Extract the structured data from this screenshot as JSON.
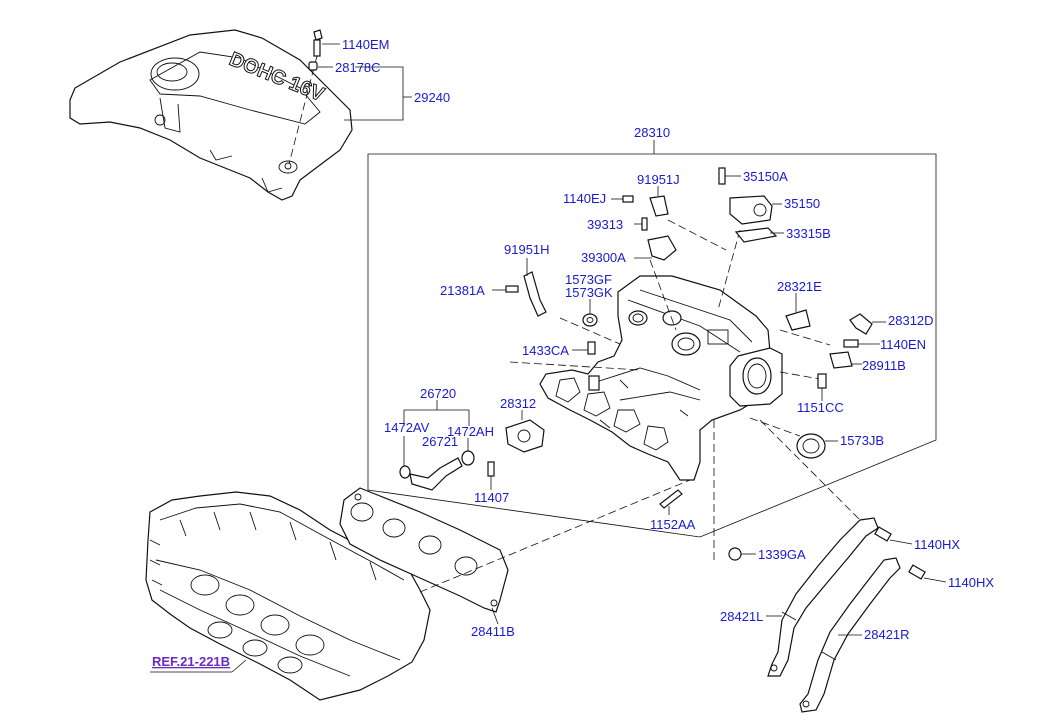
{
  "parts": {
    "p1140EM": "1140EM",
    "p28178C": "28178C",
    "p29240": "29240",
    "p28310": "28310",
    "p91951J": "91951J",
    "p35150A": "35150A",
    "p1140EJ": "1140EJ",
    "p35150": "35150",
    "p39313": "39313",
    "p33315B": "33315B",
    "p91951H": "91951H",
    "p39300A": "39300A",
    "p1573GF": "1573GF",
    "p1573GK": "1573GK",
    "p21381A": "21381A",
    "p28321E": "28321E",
    "p28312D": "28312D",
    "p1433CA": "1433CA",
    "p1140EN": "1140EN",
    "p28911B": "28911B",
    "p26720": "26720",
    "p28312": "28312",
    "p1151CC": "1151CC",
    "p1472AV": "1472AV",
    "p1472AH": "1472AH",
    "p26721": "26721",
    "p1573JB": "1573JB",
    "p11407": "11407",
    "p1152AA": "1152AA",
    "p1140HX_a": "1140HX",
    "p1339GA": "1339GA",
    "p1140HX_b": "1140HX",
    "p28421L": "28421L",
    "p28411B": "28411B",
    "p28421R": "28421R",
    "ref": "REF.21-221B"
  },
  "engine_cover_text": "DOHC 16V"
}
